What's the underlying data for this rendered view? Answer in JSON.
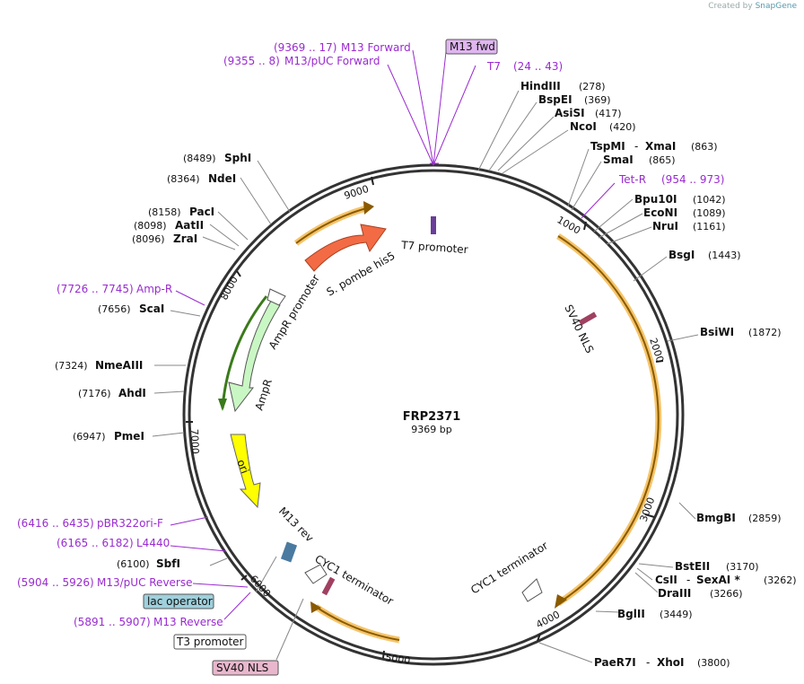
{
  "credit": {
    "text": "Created by",
    "brand": "SnapGene"
  },
  "plasmid": {
    "name": "FRP2371",
    "size_label": "9369 bp"
  },
  "enzymes": [
    {
      "name": "HindIII",
      "pos": "(278)"
    },
    {
      "name": "BspEI",
      "pos": "(369)"
    },
    {
      "name": "AsiSI",
      "pos": "(417)"
    },
    {
      "name": "NcoI",
      "pos": "(420)"
    },
    {
      "name": "TspMI",
      "pos": "(863)",
      "alt": "XmaI"
    },
    {
      "name": "SmaI",
      "pos": "(865)"
    },
    {
      "name": "Bpu10I",
      "pos": "(1042)"
    },
    {
      "name": "EcoNI",
      "pos": "(1089)"
    },
    {
      "name": "NruI",
      "pos": "(1161)"
    },
    {
      "name": "BsgI",
      "pos": "(1443)"
    },
    {
      "name": "BsiWI",
      "pos": "(1872)"
    },
    {
      "name": "BmgBI",
      "pos": "(2859)"
    },
    {
      "name": "BstEII",
      "pos": "(3170)"
    },
    {
      "name": "CsII",
      "pos": "(3262)",
      "alt": "SexAI *"
    },
    {
      "name": "DraIII",
      "pos": "(3266)"
    },
    {
      "name": "BglII",
      "pos": "(3449)"
    },
    {
      "name": "PaeR7I",
      "pos": "(3800)",
      "alt": "XhoI"
    },
    {
      "name": "SbfI",
      "pos": "(6100)"
    },
    {
      "name": "PmeI",
      "pos": "(6947)"
    },
    {
      "name": "AhdI",
      "pos": "(7176)"
    },
    {
      "name": "NmeAIII",
      "pos": "(7324)"
    },
    {
      "name": "ScaI",
      "pos": "(7656)"
    },
    {
      "name": "ZraI",
      "pos": "(8096)"
    },
    {
      "name": "AatII",
      "pos": "(8098)"
    },
    {
      "name": "PacI",
      "pos": "(8158)"
    },
    {
      "name": "NdeI",
      "pos": "(8364)"
    },
    {
      "name": "SphI",
      "pos": "(8489)"
    }
  ],
  "primers": [
    {
      "range": "(9369 .. 17)",
      "name": "M13 Forward"
    },
    {
      "range": "(9355 .. 8)",
      "name": "M13/pUC Forward"
    },
    {
      "range": "(24 .. 43)",
      "name": "T7"
    },
    {
      "range": "(954 .. 973)",
      "name": "Tet-R"
    },
    {
      "range": "(7726 .. 7745)",
      "name": "Amp-R"
    },
    {
      "range": "(6416 .. 6435)",
      "name": "pBR322ori-F"
    },
    {
      "range": "(6165 .. 6182)",
      "name": "L4440"
    },
    {
      "range": "(5904 .. 5926)",
      "name": "M13/pUC Reverse"
    },
    {
      "range": "(5891 .. 5907)",
      "name": "M13 Reverse"
    }
  ],
  "boxes": [
    {
      "text": "M13 fwd",
      "fill": "#e0b6f0"
    },
    {
      "text": "lac operator",
      "fill": "#9fd0dc"
    },
    {
      "text": "T3 promoter",
      "fill": "#ffffff"
    },
    {
      "text": "SV40 NLS",
      "fill": "#e9b7cd"
    }
  ],
  "features": [
    {
      "name": "T7 promoter"
    },
    {
      "name": "S. pombe his5"
    },
    {
      "name": "AmpR promoter"
    },
    {
      "name": "AmpR"
    },
    {
      "name": "ori"
    },
    {
      "name": "M13 rev"
    },
    {
      "name": "CYC1 terminator"
    },
    {
      "name": "CYC1 terminator"
    },
    {
      "name": "SV40 NLS"
    }
  ],
  "ticks": [
    "1000",
    "2000",
    "3000",
    "4000",
    "5000",
    "6000",
    "7000",
    "8000",
    "9000"
  ],
  "colors": {
    "primer": "#9a2bd0",
    "his5": "#f26b45",
    "ampr": "#c9f7c3",
    "ori": "#ffff00",
    "orf": "#f5c46a"
  }
}
